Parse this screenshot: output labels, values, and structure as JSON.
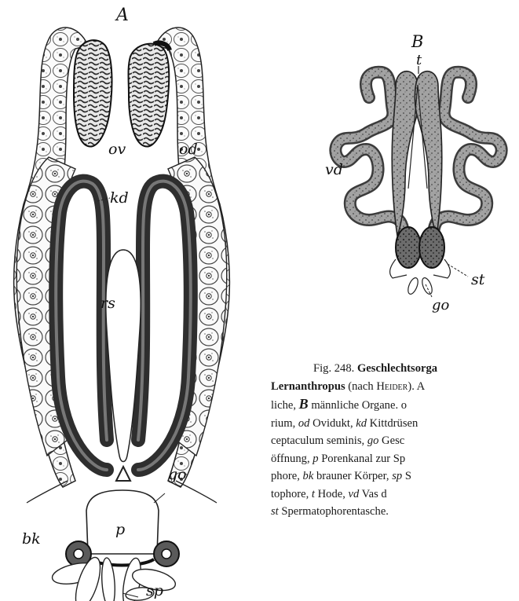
{
  "figure_a": {
    "panel_label": "A",
    "labels": {
      "ov": "ov",
      "od": "od",
      "kd": "kd",
      "rs": "rs",
      "go": "go",
      "bk": "bk",
      "p": "p",
      "sp": "sp"
    }
  },
  "figure_b": {
    "panel_label": "B",
    "labels": {
      "t": "t",
      "vd": "vd",
      "st": "st",
      "go": "go"
    }
  },
  "caption": {
    "lines": [
      {
        "pre": "Fig. 248. ",
        "bold": "Geschlechtsorga"
      },
      {
        "bold": "Lernanthropus",
        "post": " (nach ",
        "sc": "Heider",
        "post2": ").  A"
      },
      {
        "a": "liche, ",
        "b": "B",
        "c": " männliche Organe.  o"
      },
      {
        "a": "rium, ",
        "i1": "od",
        "b": " Ovidukt, ",
        "i2": "kd",
        "c": " Kittdrüsen"
      },
      {
        "a": "ceptaculum  seminis,  ",
        "i1": "go",
        "b": "  Gesc"
      },
      {
        "a": "öffnung, ",
        "i1": "p",
        "b": " Porenkanal  zur  Sp"
      },
      {
        "a": "phore, ",
        "i1": "bk",
        "b": " brauner Körper, ",
        "i2": "sp",
        "c": " S"
      },
      {
        "a": "tophore,  ",
        "i1": "t",
        "b": "  Hode,  ",
        "i2": "vd",
        "c": "  Vas  d"
      },
      {
        "i1": "st",
        "a": " Spermatophorentasche."
      }
    ]
  },
  "colors": {
    "ink": "#1a1a1a",
    "dark_tissue": "#3a3a3a",
    "mid_tissue": "#8a8a8a",
    "light_tissue": "#c4c4c4"
  }
}
